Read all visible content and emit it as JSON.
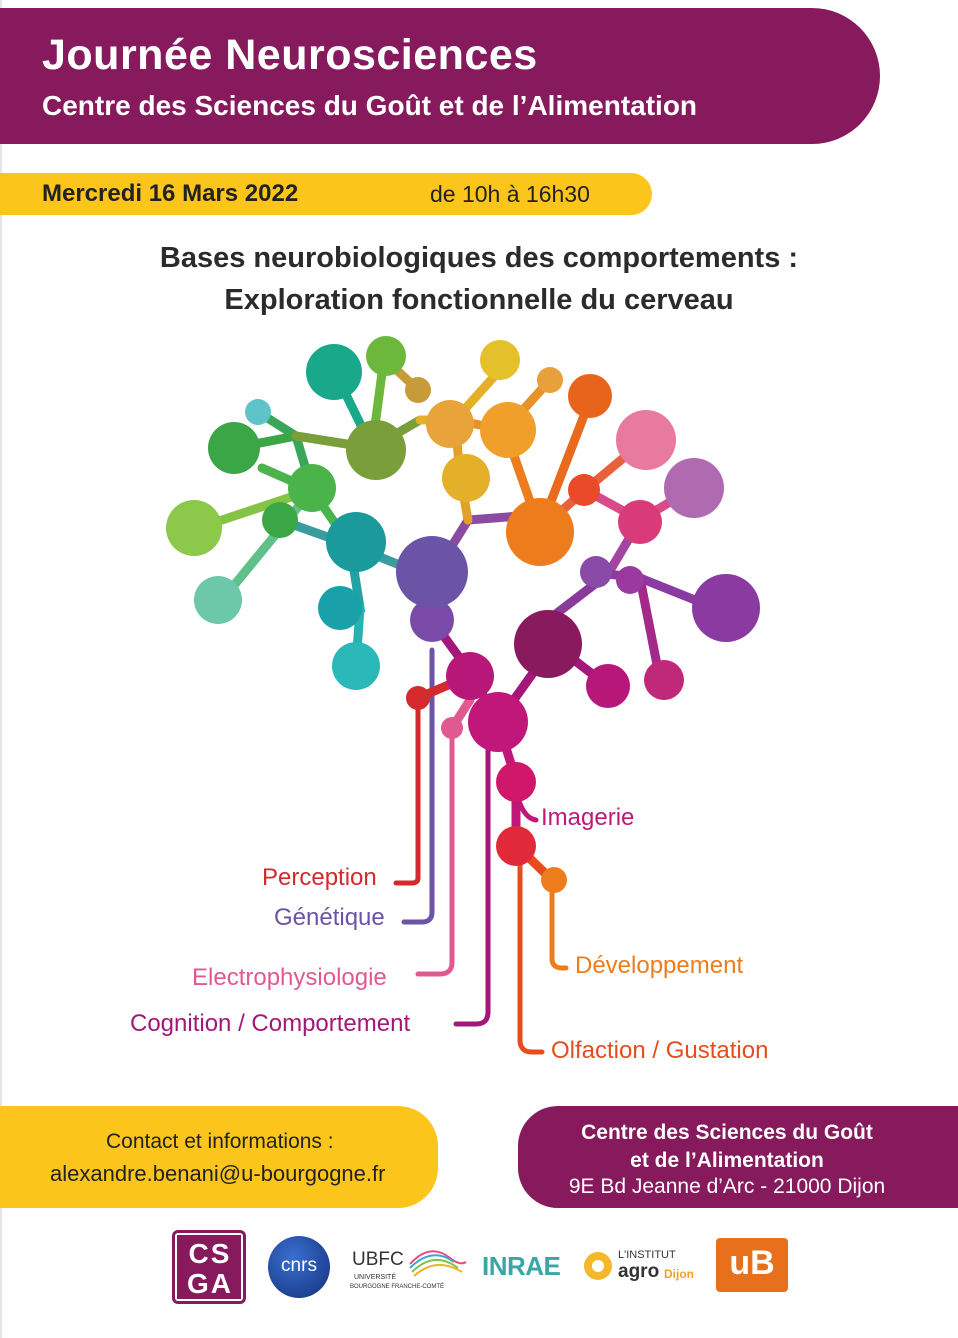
{
  "header": {
    "title": "Journée Neurosciences",
    "subtitle": "Centre des Sciences du Goût et de l’Alimentation"
  },
  "date_bar": {
    "date": "Mercredi 16 Mars 2022",
    "time": "de 10h à 16h30"
  },
  "topic": {
    "line1": "Bases neurobiologiques des comportements :",
    "line2": "Exploration fonctionnelle du cerveau"
  },
  "branches": [
    {
      "label": "Imagerie",
      "color": "#c2177a"
    },
    {
      "label": "Perception",
      "color": "#d42a2d"
    },
    {
      "label": "Génétique",
      "color": "#6b53a5"
    },
    {
      "label": "Electrophysiologie",
      "color": "#e05a91"
    },
    {
      "label": "Développement",
      "color": "#ec7c1c"
    },
    {
      "label": "Cognition / Comportement",
      "color": "#a3177a"
    },
    {
      "label": "Olfaction / Gustation",
      "color": "#e84c1c"
    }
  ],
  "contact": {
    "heading": "Contact et informations :",
    "email": "alexandre.benani@u-bourgogne.fr"
  },
  "address": {
    "line1": "Centre des Sciences du Goût",
    "line2": "et de l’Alimentation",
    "line3": "9E Bd Jeanne d’Arc - 21000 Dijon"
  },
  "logos": {
    "csga": "CSGA",
    "cnrs": "cnrs",
    "ubfc": "UBFC",
    "ubfc_sub1": "UNIVERSITÉ",
    "ubfc_sub2": "BOURGOGNE FRANCHE-COMTÉ",
    "inrae": "INRAE",
    "institut_l1": "L'INSTITUT",
    "institut_agro": "agro",
    "institut_dijon": "Dijon",
    "ub": "uB"
  },
  "colors": {
    "purple": "#861a5c",
    "yellow": "#fcc51c"
  }
}
